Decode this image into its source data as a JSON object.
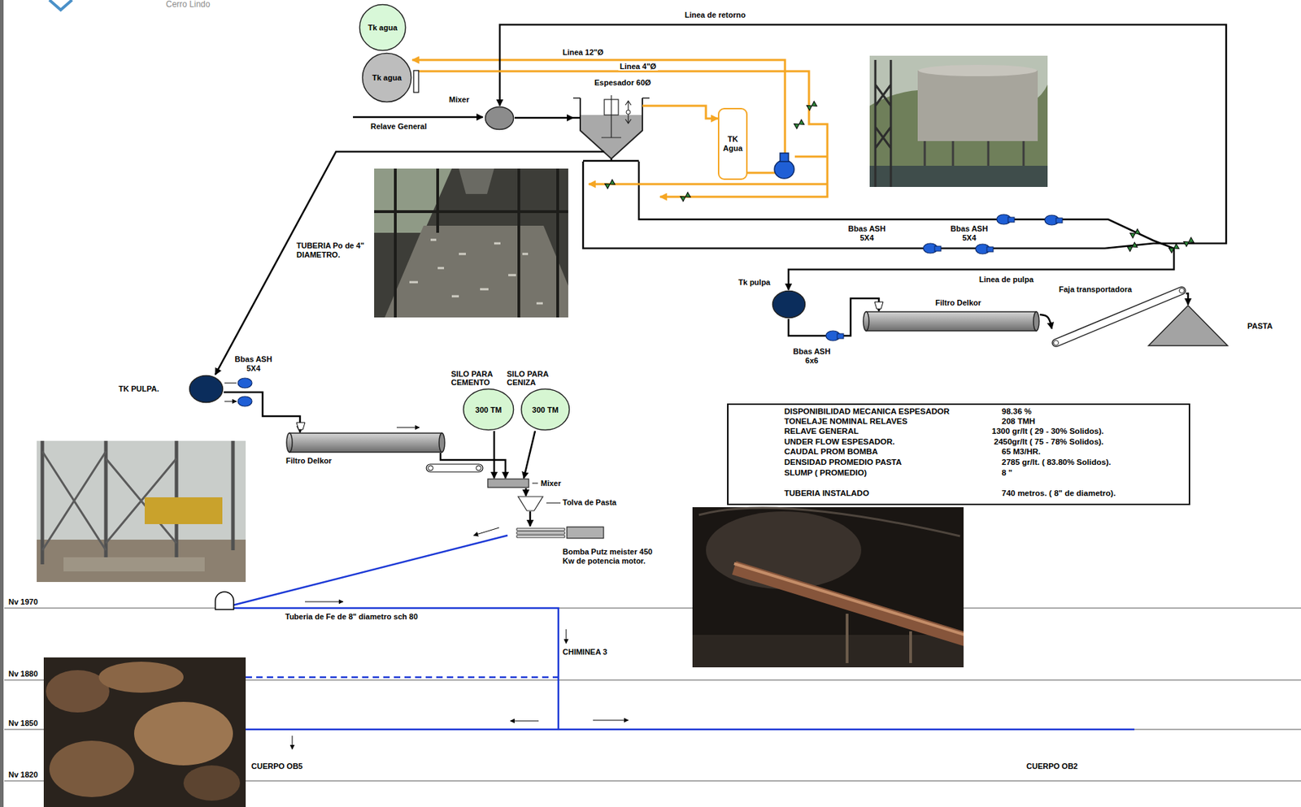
{
  "diagram": {
    "nodes": [
      {
        "text": [
          "Tk agua"
        ]
      },
      {
        "text": [
          "Tk agua"
        ]
      },
      {
        "text": [
          "Espesador 60Ø"
        ]
      },
      {
        "text": [
          "TK Agua"
        ]
      },
      {
        "text": [
          "Mixer"
        ]
      },
      {
        "text": [
          "Tk pulpa"
        ]
      },
      {
        "text": [
          "Filtro Delkor"
        ]
      },
      {
        "text": [
          "Faja transportadora"
        ]
      },
      {
        "text": [
          "PASTA"
        ]
      },
      {
        "text": [
          "TK PULPA."
        ]
      },
      {
        "text": [
          "Filtro Delkor"
        ]
      },
      {
        "text": [
          "SILO PARA CEMENTO",
          "300 TM"
        ]
      },
      {
        "text": [
          "SILO PARA CENIZA",
          "300 TM"
        ]
      },
      {
        "text": [
          "Mixer"
        ]
      },
      {
        "text": [
          "Tolva de Pasta"
        ]
      },
      {
        "text": [
          "Bomba Putz meister 450 Kw de potencia motor."
        ]
      },
      {
        "text": [
          "DISPONIBILIDAD MECANICA ESPESADOR",
          "98.36 %",
          "TONELAJE NOMINAL RELAVES",
          "208 TMH",
          "RELAVE GENERAL",
          "1300 gr/lt ( 29 - 30% Solidos).",
          "UNDER FLOW ESPESADOR.",
          "2450gr/lt ( 75 - 78% Solidos).",
          "CAUDAL PROM BOMBA",
          "65 M3/HR.",
          "DENSIDAD PROMEDIO PASTA",
          "2785 gr/lt. ( 83.80% Solidos).",
          "SLUMP ( PROMEDIO)",
          "8 \"",
          "TUBERIA INSTALADO",
          "740 metros. ( 8\" de diametro)."
        ]
      }
    ],
    "edges": [
      {
        "from": 4,
        "to": 2,
        "arrow": "to"
      },
      {
        "from": 2,
        "to": 3,
        "arrow": "to"
      },
      {
        "from": 3,
        "to": 1,
        "arrow": "to"
      },
      {
        "from": 2,
        "to": 9,
        "arrow": "to"
      },
      {
        "from": 2,
        "to": 5,
        "arrow": "to"
      },
      {
        "from": 2,
        "to": 4,
        "arrow": "to"
      },
      {
        "from": 5,
        "to": 6,
        "arrow": "to"
      },
      {
        "from": 6,
        "to": 7,
        "arrow": "to"
      },
      {
        "from": 7,
        "to": 8,
        "arrow": "to"
      },
      {
        "from": 9,
        "to": 10,
        "arrow": "to"
      },
      {
        "from": 10,
        "to": 13,
        "arrow": "to"
      },
      {
        "from": 11,
        "to": 13,
        "arrow": "to"
      },
      {
        "from": 12,
        "to": 13,
        "arrow": "to"
      },
      {
        "from": 13,
        "to": 14,
        "arrow": "to"
      },
      {
        "from": 14,
        "to": 15,
        "arrow": "to"
      }
    ],
    "labels": [
      "Cerro Lindo",
      "Linea de retorno",
      "Linea 12\"Ø",
      "Linea 4\"Ø",
      "Relave General",
      "TUBERIA Po de 4\" DIAMETRO.",
      "Bbas ASH 5X4",
      "Bbas ASH 5X4",
      "Linea de pulpa",
      "Bbas ASH 6x6",
      "Bbas ASH 5X4",
      "Nv 1970",
      "Tuberia de Fe de 8\" diametro sch 80",
      "CHIMINEA 3",
      "Nv 1880",
      "Nv 1850",
      "Nv 1820",
      "CUERPO OB5",
      "CUERPO OB2"
    ]
  }
}
